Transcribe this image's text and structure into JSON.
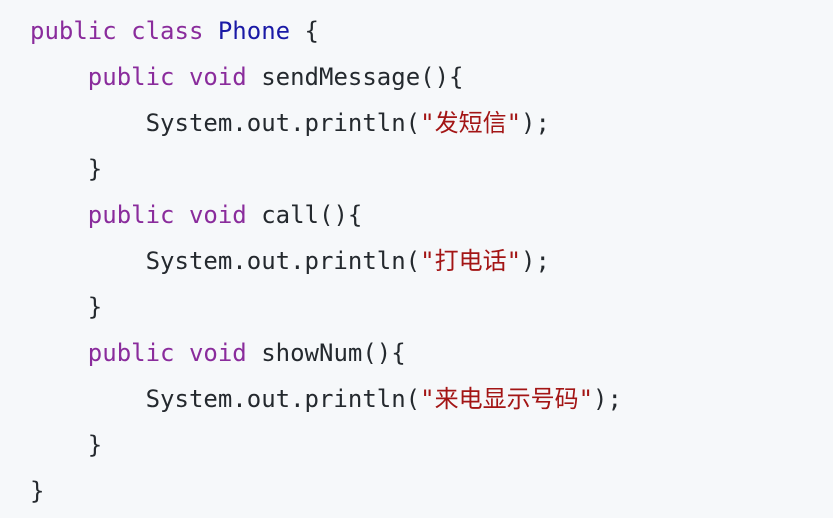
{
  "code": {
    "lines": [
      {
        "indent": "",
        "tokens": [
          {
            "text": "public",
            "kind": "kw"
          },
          {
            "text": " class ",
            "kind": "kw"
          },
          {
            "text": "Phone",
            "kind": "cls"
          },
          {
            "text": " {",
            "kind": "ident"
          }
        ]
      },
      {
        "indent": "    ",
        "tokens": [
          {
            "text": "public",
            "kind": "kw"
          },
          {
            "text": " ",
            "kind": "ident"
          },
          {
            "text": "void",
            "kind": "kw"
          },
          {
            "text": " sendMessage(){",
            "kind": "ident"
          }
        ]
      },
      {
        "indent": "        ",
        "tokens": [
          {
            "text": "System.out.println(",
            "kind": "ident"
          },
          {
            "text": "\"发短信\"",
            "kind": "str"
          },
          {
            "text": ");",
            "kind": "ident"
          }
        ]
      },
      {
        "indent": "    ",
        "tokens": [
          {
            "text": "}",
            "kind": "ident"
          }
        ]
      },
      {
        "indent": "    ",
        "tokens": [
          {
            "text": "public",
            "kind": "kw"
          },
          {
            "text": " ",
            "kind": "ident"
          },
          {
            "text": "void",
            "kind": "kw"
          },
          {
            "text": " call(){",
            "kind": "ident"
          }
        ]
      },
      {
        "indent": "        ",
        "tokens": [
          {
            "text": "System.out.println(",
            "kind": "ident"
          },
          {
            "text": "\"打电话\"",
            "kind": "str"
          },
          {
            "text": ");",
            "kind": "ident"
          }
        ]
      },
      {
        "indent": "    ",
        "tokens": [
          {
            "text": "}",
            "kind": "ident"
          }
        ]
      },
      {
        "indent": "    ",
        "tokens": [
          {
            "text": "public",
            "kind": "kw"
          },
          {
            "text": " ",
            "kind": "ident"
          },
          {
            "text": "void",
            "kind": "kw"
          },
          {
            "text": " showNum(){",
            "kind": "ident"
          }
        ]
      },
      {
        "indent": "        ",
        "tokens": [
          {
            "text": "System.out.println(",
            "kind": "ident"
          },
          {
            "text": "\"来电显示号码\"",
            "kind": "str"
          },
          {
            "text": ");",
            "kind": "ident"
          }
        ]
      },
      {
        "indent": "    ",
        "tokens": [
          {
            "text": "}",
            "kind": "ident"
          }
        ]
      },
      {
        "indent": "",
        "tokens": [
          {
            "text": "}",
            "kind": "ident"
          }
        ]
      }
    ]
  },
  "colors": {
    "background": "#f6f8fa",
    "keyword": "#8a2c9c",
    "class_name": "#1a1aa6",
    "string": "#a31515",
    "identifier": "#24292e"
  }
}
